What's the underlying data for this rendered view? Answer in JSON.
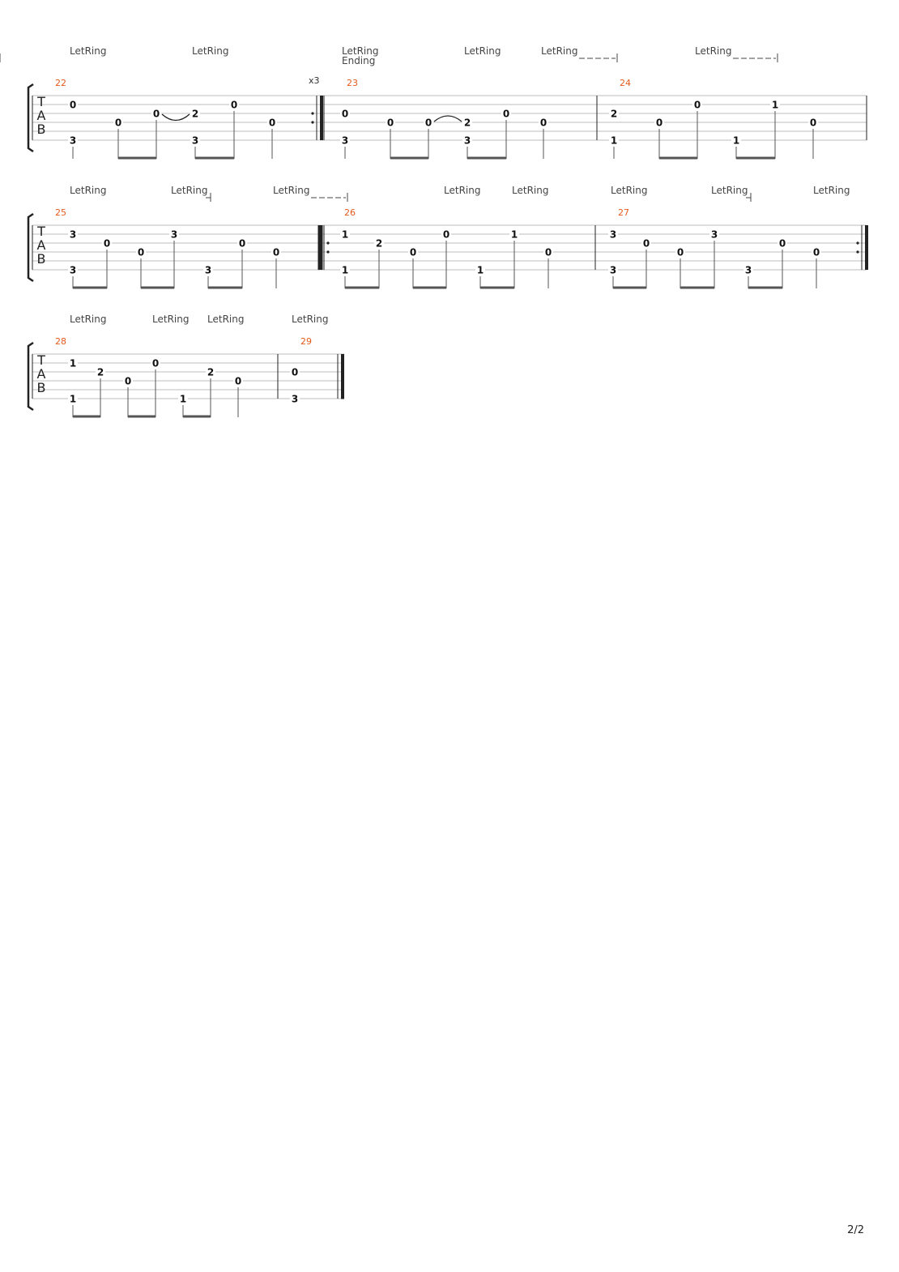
{
  "page_number": "2/2",
  "tab_clef": [
    "T",
    "A",
    "B"
  ],
  "systems": [
    {
      "let_ring": [
        {
          "label": "LetRing",
          "end": "none",
          "dashes": 0
        },
        {
          "label": "LetRing",
          "end": "tick",
          "dashes": 0
        },
        {
          "label": "LetRing",
          "end": "none",
          "dashes": 0,
          "extra": "Ending"
        },
        {
          "label": "LetRing",
          "end": "none",
          "dashes": 0
        },
        {
          "label": "LetRing",
          "end": "tick",
          "dashes": 4
        },
        {
          "label": "LetRing",
          "end": "tick",
          "dashes": 5
        }
      ],
      "bars": [
        {
          "number": "22",
          "start": "normal",
          "end": "repeat-end",
          "repeat_count": "x3",
          "beats": [
            {
              "notes": [
                {
                  "s": 1,
                  "f": "0"
                },
                {
                  "s": 5,
                  "f": "3"
                }
              ]
            },
            {
              "notes": [
                {
                  "s": 3,
                  "f": "0"
                }
              ]
            },
            {
              "notes": [
                {
                  "s": 2,
                  "f": "0"
                }
              ]
            },
            {
              "notes": [
                {
                  "s": 2,
                  "f": "2"
                },
                {
                  "s": 5,
                  "f": "3"
                }
              ]
            },
            {
              "notes": [
                {
                  "s": 1,
                  "f": "0"
                }
              ]
            },
            {
              "notes": [
                {
                  "s": 3,
                  "f": "0"
                }
              ]
            }
          ],
          "beams": [
            [
              1,
              2
            ],
            [
              3,
              4
            ]
          ],
          "ties": [
            {
              "from": 2,
              "to": 3,
              "s": 2,
              "dir": "down"
            }
          ]
        },
        {
          "number": "23",
          "start": "normal",
          "end": "normal",
          "beats": [
            {
              "notes": [
                {
                  "s": 2,
                  "f": "0"
                },
                {
                  "s": 5,
                  "f": "3"
                }
              ]
            },
            {
              "notes": [
                {
                  "s": 3,
                  "f": "0"
                }
              ]
            },
            {
              "notes": [
                {
                  "s": 3,
                  "f": "0"
                }
              ]
            },
            {
              "notes": [
                {
                  "s": 3,
                  "f": "2"
                },
                {
                  "s": 5,
                  "f": "3"
                }
              ]
            },
            {
              "notes": [
                {
                  "s": 2,
                  "f": "0"
                }
              ]
            },
            {
              "notes": [
                {
                  "s": 3,
                  "f": "0"
                }
              ]
            }
          ],
          "beams": [
            [
              1,
              2
            ],
            [
              3,
              4
            ]
          ],
          "ties": [
            {
              "from": 2,
              "to": 3,
              "s": 3,
              "dir": "up"
            }
          ]
        },
        {
          "number": "24",
          "start": "normal",
          "end": "normal",
          "beats": [
            {
              "notes": [
                {
                  "s": 2,
                  "f": "2"
                },
                {
                  "s": 5,
                  "f": "1"
                }
              ]
            },
            {
              "notes": [
                {
                  "s": 3,
                  "f": "0"
                }
              ]
            },
            {
              "notes": [
                {
                  "s": 1,
                  "f": "0"
                }
              ]
            },
            {
              "notes": [
                {
                  "s": 5,
                  "f": "1"
                }
              ]
            },
            {
              "notes": [
                {
                  "s": 1,
                  "f": "1"
                }
              ]
            },
            {
              "notes": [
                {
                  "s": 3,
                  "f": "0"
                }
              ]
            }
          ],
          "beams": [
            [
              1,
              2
            ],
            [
              3,
              4
            ]
          ],
          "ties": []
        }
      ]
    },
    {
      "let_ring": [
        {
          "label": "LetRing",
          "end": "none",
          "dashes": 0
        },
        {
          "label": "LetRing",
          "end": "tick",
          "dashes": 0
        },
        {
          "label": "LetRing",
          "end": "tick",
          "dashes": 4
        },
        {
          "label": "LetRing",
          "end": "none",
          "dashes": 0
        },
        {
          "label": "LetRing",
          "end": "none",
          "dashes": 0
        },
        {
          "label": "LetRing",
          "end": "none",
          "dashes": 0
        },
        {
          "label": "LetRing",
          "end": "tick",
          "dashes": 0
        },
        {
          "label": "LetRing",
          "end": "none",
          "dashes": 0
        }
      ],
      "bars": [
        {
          "number": "25",
          "start": "normal",
          "end": "double",
          "beats": [
            {
              "notes": [
                {
                  "s": 1,
                  "f": "3"
                },
                {
                  "s": 5,
                  "f": "3"
                }
              ]
            },
            {
              "notes": [
                {
                  "s": 2,
                  "f": "0"
                }
              ]
            },
            {
              "notes": [
                {
                  "s": 3,
                  "f": "0"
                }
              ]
            },
            {
              "notes": [
                {
                  "s": 1,
                  "f": "3"
                }
              ]
            },
            {
              "notes": [
                {
                  "s": 5,
                  "f": "3"
                }
              ]
            },
            {
              "notes": [
                {
                  "s": 2,
                  "f": "0"
                }
              ]
            },
            {
              "notes": [
                {
                  "s": 3,
                  "f": "0"
                }
              ]
            }
          ],
          "beams": [
            [
              0,
              1
            ],
            [
              2,
              3
            ],
            [
              4,
              5
            ]
          ],
          "ties": []
        },
        {
          "number": "26",
          "start": "repeat-start",
          "end": "normal",
          "beats": [
            {
              "notes": [
                {
                  "s": 1,
                  "f": "1"
                },
                {
                  "s": 5,
                  "f": "1"
                }
              ]
            },
            {
              "notes": [
                {
                  "s": 2,
                  "f": "2"
                }
              ]
            },
            {
              "notes": [
                {
                  "s": 3,
                  "f": "0"
                }
              ]
            },
            {
              "notes": [
                {
                  "s": 1,
                  "f": "0"
                }
              ]
            },
            {
              "notes": [
                {
                  "s": 5,
                  "f": "1"
                }
              ]
            },
            {
              "notes": [
                {
                  "s": 1,
                  "f": "1"
                }
              ]
            },
            {
              "notes": [
                {
                  "s": 3,
                  "f": "0"
                }
              ]
            }
          ],
          "beams": [
            [
              0,
              1
            ],
            [
              2,
              3
            ],
            [
              4,
              5
            ]
          ],
          "ties": []
        },
        {
          "number": "27",
          "start": "normal",
          "end": "repeat-end",
          "beats": [
            {
              "notes": [
                {
                  "s": 1,
                  "f": "3"
                },
                {
                  "s": 5,
                  "f": "3"
                }
              ]
            },
            {
              "notes": [
                {
                  "s": 2,
                  "f": "0"
                }
              ]
            },
            {
              "notes": [
                {
                  "s": 3,
                  "f": "0"
                }
              ]
            },
            {
              "notes": [
                {
                  "s": 1,
                  "f": "3"
                }
              ]
            },
            {
              "notes": [
                {
                  "s": 5,
                  "f": "3"
                }
              ]
            },
            {
              "notes": [
                {
                  "s": 2,
                  "f": "0"
                }
              ]
            },
            {
              "notes": [
                {
                  "s": 3,
                  "f": "0"
                }
              ]
            }
          ],
          "beams": [
            [
              0,
              1
            ],
            [
              2,
              3
            ],
            [
              4,
              5
            ]
          ],
          "ties": []
        }
      ]
    },
    {
      "let_ring": [
        {
          "label": "LetRing",
          "end": "none",
          "dashes": 0
        },
        {
          "label": "LetRing",
          "end": "none",
          "dashes": 0
        },
        {
          "label": "LetRing",
          "end": "none",
          "dashes": 0
        },
        {
          "label": "LetRing",
          "end": "none",
          "dashes": 0
        }
      ],
      "bars": [
        {
          "number": "28",
          "start": "normal",
          "end": "normal",
          "beats": [
            {
              "notes": [
                {
                  "s": 1,
                  "f": "1"
                },
                {
                  "s": 5,
                  "f": "1"
                }
              ]
            },
            {
              "notes": [
                {
                  "s": 2,
                  "f": "2"
                }
              ]
            },
            {
              "notes": [
                {
                  "s": 3,
                  "f": "0"
                }
              ]
            },
            {
              "notes": [
                {
                  "s": 1,
                  "f": "0"
                }
              ]
            },
            {
              "notes": [
                {
                  "s": 5,
                  "f": "1"
                }
              ]
            },
            {
              "notes": [
                {
                  "s": 2,
                  "f": "2"
                }
              ]
            },
            {
              "notes": [
                {
                  "s": 3,
                  "f": "0"
                }
              ]
            }
          ],
          "beams": [
            [
              0,
              1
            ],
            [
              2,
              3
            ],
            [
              4,
              5
            ]
          ],
          "ties": []
        },
        {
          "number": "29",
          "start": "normal",
          "end": "final",
          "beats": [
            {
              "notes": [
                {
                  "s": 2,
                  "f": "0"
                },
                {
                  "s": 5,
                  "f": "3"
                }
              ],
              "stem": false
            }
          ],
          "beams": [],
          "ties": []
        }
      ]
    }
  ]
}
